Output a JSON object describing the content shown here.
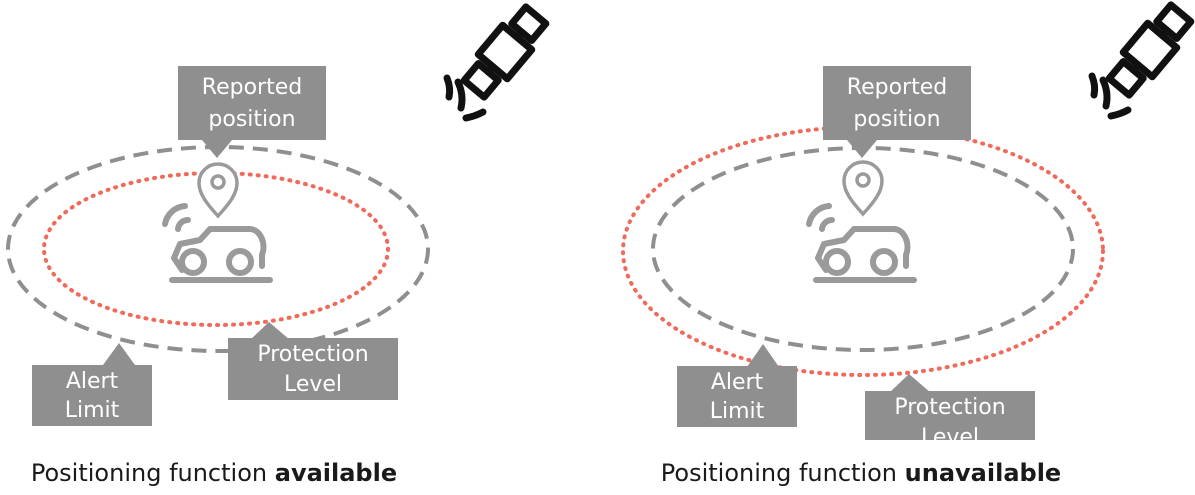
{
  "panels": [
    {
      "reported": [
        "Reported",
        "position"
      ],
      "alert": [
        "Alert",
        "Limit"
      ],
      "protection": [
        "Protection",
        "Level"
      ],
      "caption_prefix": "Positioning function",
      "caption_status": "available"
    },
    {
      "reported": [
        "Reported",
        "position"
      ],
      "alert": [
        "Alert",
        "Limit"
      ],
      "protection": [
        "Protection",
        "Level"
      ],
      "caption_prefix": "Positioning function",
      "caption_status": "unavailable"
    }
  ],
  "colors": {
    "alert_limit_ring": "#8f8f8f",
    "protection_level_ring": "#ef6a5a",
    "callout_fill": "#8f8f8f",
    "icon_stroke": "#9a9a9a",
    "satellite_stroke": "#111111"
  },
  "icons": [
    "satellite-icon",
    "location-pin-icon",
    "robotic-mower-icon"
  ]
}
